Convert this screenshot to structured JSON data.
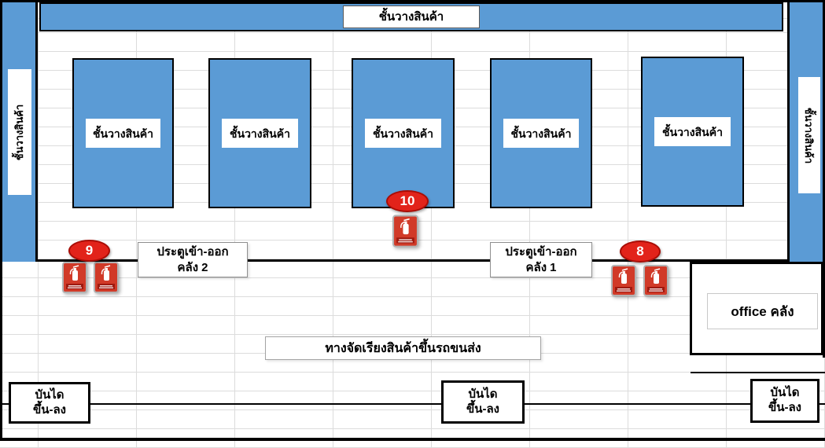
{
  "diagram": {
    "type": "warehouse-floor-plan"
  },
  "racks": {
    "top": {
      "label": "ชั้นวางสินค้า"
    },
    "left": {
      "label": "ชั้นวางสินค้า"
    },
    "right": {
      "label": "ชั้นวางสินค้า"
    },
    "center": [
      {
        "label": "ชั้นวางสินค้า"
      },
      {
        "label": "ชั้นวางสินค้า"
      },
      {
        "label": "ชั้นวางสินค้า"
      },
      {
        "label": "ชั้นวางสินค้า"
      },
      {
        "label": "ชั้นวางสินค้า"
      }
    ]
  },
  "doors": [
    {
      "line1": "ประตูเข้า-ออก",
      "line2": "คลัง 2"
    },
    {
      "line1": "ประตูเข้า-ออก",
      "line2": "คลัง 1"
    }
  ],
  "fire_stations": [
    {
      "number": "9",
      "signs": 2
    },
    {
      "number": "10",
      "signs": 1
    },
    {
      "number": "8",
      "signs": 2
    }
  ],
  "office": {
    "label": "office คลัง"
  },
  "loading_lane": {
    "label": "ทางจัดเรียงสินค้าขึ้นรถขนส่ง"
  },
  "stairs": [
    {
      "line1": "บันได",
      "line2": "ขึ้น-ลง"
    },
    {
      "line1": "บันได",
      "line2": "ขึ้น-ลง"
    },
    {
      "line1": "บันได",
      "line2": "ขึ้น-ลง"
    }
  ],
  "colors": {
    "rack_blue": "#5b9bd5",
    "badge_red": "#e2231a",
    "sign_red": "#d13a28",
    "grid": "#dcdcdc",
    "wall": "#000000"
  }
}
